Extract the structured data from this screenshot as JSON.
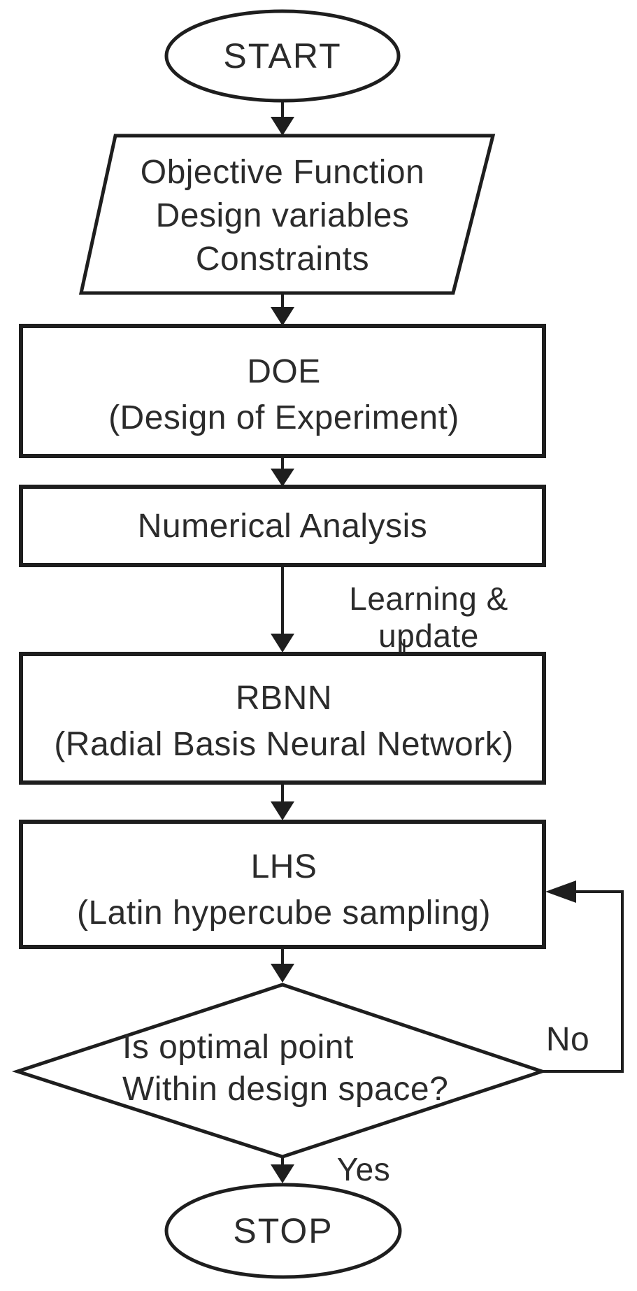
{
  "diagram": {
    "type": "flowchart",
    "nodes": {
      "start": {
        "label": "START",
        "shape": "terminator"
      },
      "inputs": {
        "shape": "parallelogram",
        "line1": "Objective Function",
        "line2": "Design variables",
        "line3": "Constraints"
      },
      "doe": {
        "shape": "process",
        "line1": "DOE",
        "line2": "(Design of Experiment)"
      },
      "numerical_analysis": {
        "shape": "process",
        "label": "Numerical Analysis"
      },
      "rbnn": {
        "shape": "process",
        "line1": "RBNN",
        "line2": "(Radial Basis Neural Network)"
      },
      "lhs": {
        "shape": "process",
        "line1": "LHS",
        "line2": "(Latin hypercube sampling)"
      },
      "decision": {
        "shape": "decision",
        "line1": "Is optimal point",
        "line2": "Within design space?"
      },
      "stop": {
        "label": "STOP",
        "shape": "terminator"
      }
    },
    "edges": {
      "learning_update": {
        "line1": "Learning &",
        "line2": "update"
      },
      "no": {
        "label": "No"
      },
      "yes": {
        "label": "Yes"
      }
    },
    "colors": {
      "stroke": "#1e1e1e",
      "text": "#2b2b2b",
      "background": "#ffffff"
    }
  }
}
